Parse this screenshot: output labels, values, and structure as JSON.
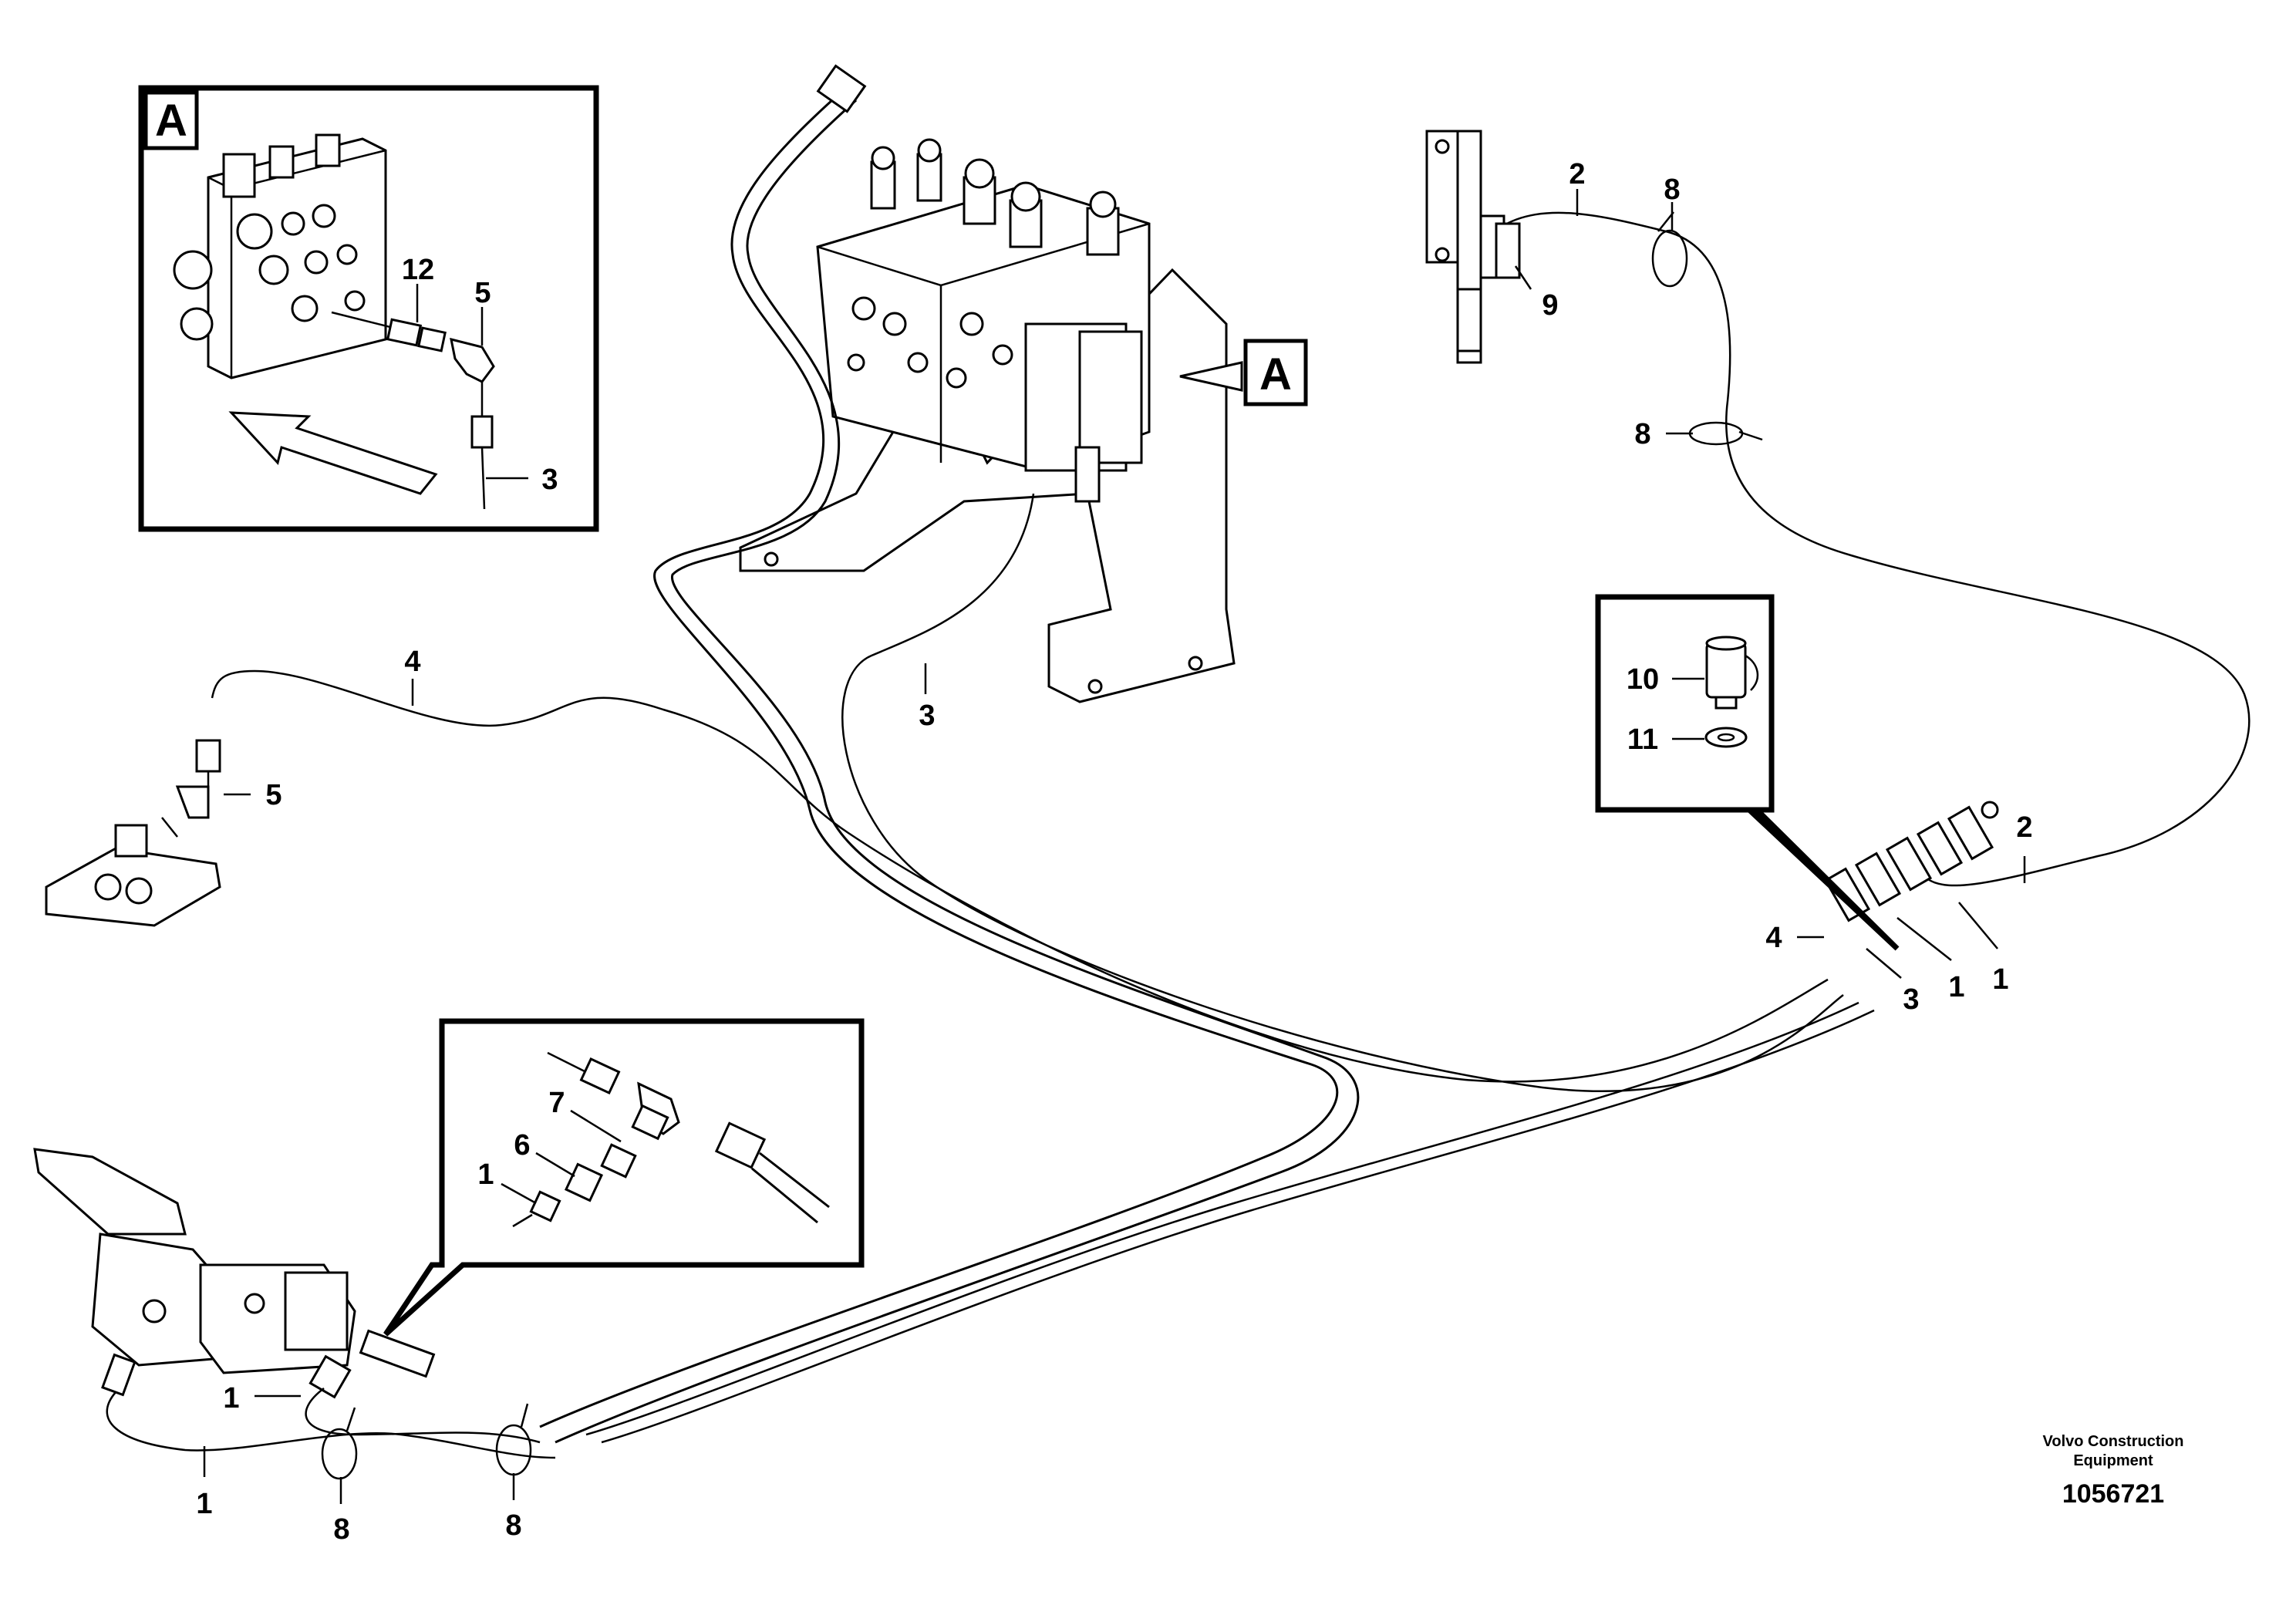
{
  "detail_a": {
    "tag": "A",
    "callouts": [
      "12",
      "5",
      "3"
    ]
  },
  "main_view": {
    "tag": "A",
    "callouts": [
      "3",
      "4",
      "5",
      "2",
      "8",
      "9",
      "8",
      "2",
      "4",
      "3",
      "1",
      "1",
      "1",
      "1",
      "8",
      "8"
    ]
  },
  "detail_sensor": {
    "callouts": [
      "10",
      "11"
    ]
  },
  "detail_fitting": {
    "callouts": [
      "7",
      "6",
      "1"
    ]
  },
  "footer": {
    "company_line1": "Volvo Construction",
    "company_line2": "Equipment",
    "drawing_number": "1056721"
  }
}
